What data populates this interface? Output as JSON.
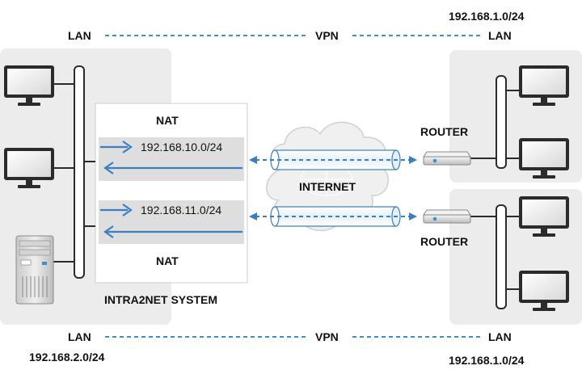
{
  "top": {
    "left_lan": "LAN",
    "vpn": "VPN",
    "right_lan": "LAN",
    "right_subnet": "192.168.1.0/24"
  },
  "bottom": {
    "left_lan": "LAN",
    "vpn": "VPN",
    "right_lan": "LAN",
    "left_subnet": "192.168.2.0/24",
    "right_subnet": "192.168.1.0/24"
  },
  "intra2net": {
    "label": "INTRA2NET SYSTEM",
    "nat_top": "NAT",
    "nat_bottom": "NAT",
    "subnet_a": "192.168.10.0/24",
    "subnet_b": "192.168.11.0/24"
  },
  "internet": {
    "label": "INTERNET"
  },
  "routers": {
    "top_label": "ROUTER",
    "bottom_label": "ROUTER"
  },
  "icons": [
    "monitor-icon",
    "server-tower-icon",
    "router-icon",
    "cloud-icon",
    "vpn-tunnel-icon"
  ],
  "colors": {
    "vpn_line": "#3a8fd0",
    "arrow": "#3a7fc2",
    "panel": "#ececec",
    "nat_box": "#dedede"
  }
}
